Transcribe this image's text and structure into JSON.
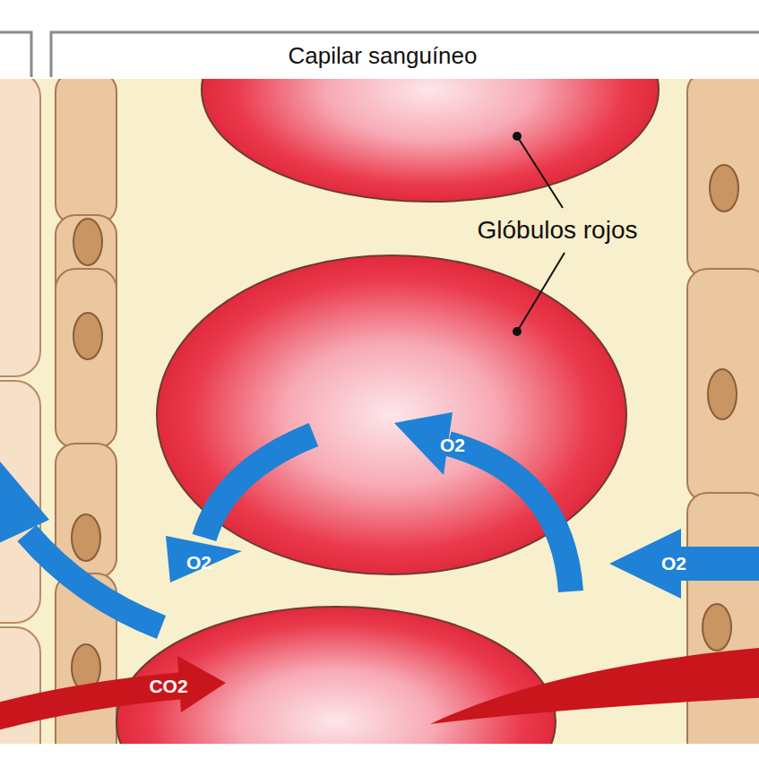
{
  "diagram": {
    "labels": [
      "Capilar sanguíneo",
      "Glóbulos rojos",
      "O2",
      "O2",
      "O2",
      "CO2"
    ]
  }
}
